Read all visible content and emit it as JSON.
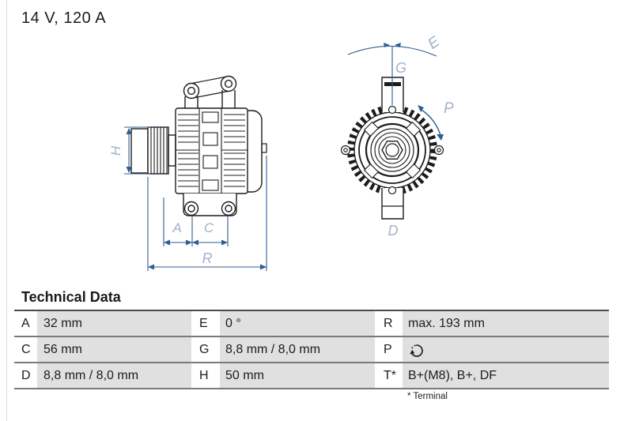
{
  "title": "14 V, 120 A",
  "diagram": {
    "side_view_labels": {
      "h": "H",
      "a": "A",
      "c": "C",
      "r": "R"
    },
    "front_view_labels": {
      "e": "E",
      "g": "G",
      "p": "P",
      "d": "D"
    }
  },
  "technical_data": {
    "heading": "Technical Data",
    "rows": [
      {
        "k1": "A",
        "v1": "32 mm",
        "k2": "E",
        "v2": "0 °",
        "k3": "R",
        "v3": "max. 193 mm"
      },
      {
        "k1": "C",
        "v1": "56 mm",
        "k2": "G",
        "v2": "8,8 mm / 8,0 mm",
        "k3": "P",
        "v3": ""
      },
      {
        "k1": "D",
        "v1": "8,8 mm / 8,0 mm",
        "k2": "H",
        "v2": "50 mm",
        "k3": "T*",
        "v3": "B+(M8), B+, DF"
      }
    ],
    "rotation_icon": "counterclockwise-rotation",
    "footnote": "* Terminal"
  },
  "colors": {
    "line_art": "#1c1c1c",
    "dimension_line": "#2f5e92",
    "dimension_label": "#a0b2cb",
    "cell_background": "#e0e0e0",
    "row_separator": "#7a7a7a",
    "heading_rule": "#4b4b4b"
  }
}
